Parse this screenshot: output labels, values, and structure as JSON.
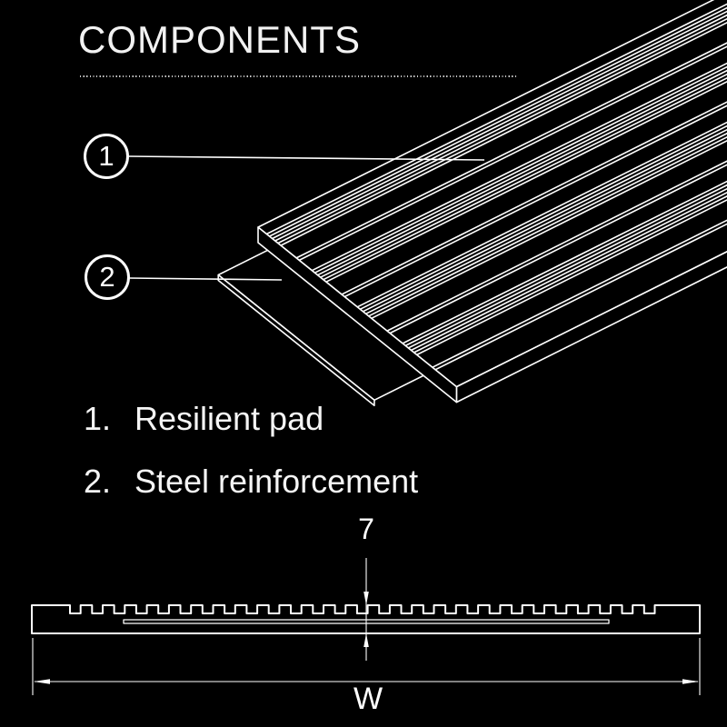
{
  "title": "COMPONENTS",
  "callouts": [
    {
      "number": "1"
    },
    {
      "number": "2"
    }
  ],
  "legend": {
    "items": [
      {
        "number": "1.",
        "label": "Resilient pad"
      },
      {
        "number": "2.",
        "label": "Steel reinforcement"
      }
    ]
  },
  "cross_section": {
    "thickness_label": "7",
    "width_label": "W"
  },
  "colors": {
    "background": "#000000",
    "line": "#ffffff"
  }
}
